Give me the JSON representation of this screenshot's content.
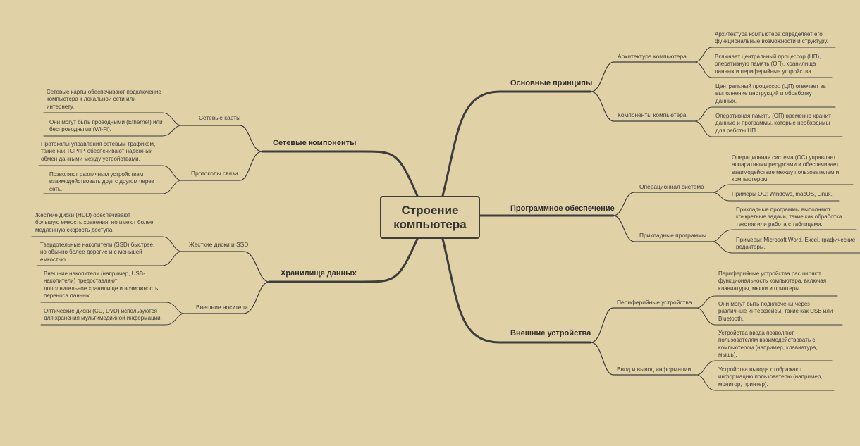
{
  "center": "Строение\nкомпьютера",
  "branches": {
    "basics": {
      "title": "Основные принципы",
      "subs": [
        {
          "title": "Архитектура компьютера",
          "leaves": [
            "Архитектура компьютера определяет его\nфункциональные возможности и структуру.",
            "Включает центральный процессор (ЦП),\nоперативную память (ОП), хранилища\nданных и периферийные устройства."
          ]
        },
        {
          "title": "Компоненты компьютера",
          "leaves": [
            "Центральный процессор (ЦП) отвечает за\nвыполнение инструкций и обработку\nданных.",
            "Оперативная память (ОП) временно хранит\nданные и программы, которые необходимы\nдля работы ЦП."
          ]
        }
      ]
    },
    "software": {
      "title": "Программное обеспечение",
      "subs": [
        {
          "title": "Операционная система",
          "leaves": [
            "Операционная система (ОС) управляет\nаппаратными ресурсами и обеспечивает\nвзаимодействие между пользователем и\nкомпьютером.",
            "Примеры ОС: Windows, macOS, Linux."
          ]
        },
        {
          "title": "Прикладные программы",
          "leaves": [
            "Прикладные программы выполняют\nконкретные задачи, такие как обработка\nтекстов или работа с таблицами.",
            "Примеры: Microsoft Word, Excel, графические\nредакторы."
          ]
        }
      ]
    },
    "external": {
      "title": "Внешние устройства",
      "subs": [
        {
          "title": "Периферийные устройства",
          "leaves": [
            "Периферийные устройства расширяют\nфункциональность компьютера, включая\nклавиатуры, мыши и принтеры.",
            "Они могут быть подключены через\nразличные интерфейсы, такие как USB или\nBluetooth."
          ]
        },
        {
          "title": "Ввод и вывод информации",
          "leaves": [
            "Устройства ввода позволяют\nпользователям взаимодействовать с\nкомпьютером (например, клавиатура,\nмышь).",
            "Устройства вывода отображают\nинформацию пользователю (например,\nмонитор, принтер)."
          ]
        }
      ]
    },
    "network": {
      "title": "Сетевые компоненты",
      "subs": [
        {
          "title": "Сетевые карты",
          "leaves": [
            "Сетевые карты обеспечивают подключение\nкомпьютера к локальной сети или\nинтернету.",
            "Они могут быть проводными (Ethernet) или\nбеспроводными (Wi-Fi)."
          ]
        },
        {
          "title": "Протоколы связи",
          "leaves": [
            "Протоколы управления сетевым трафиком,\nтакие как TCP/IP, обеспечивают надежный\nобмен данными между устройствами.",
            "Позволяют различным устройствам\nвзаимодействовать друг с другом через\nсеть."
          ]
        }
      ]
    },
    "storage": {
      "title": "Хранилище данных",
      "subs": [
        {
          "title": "Жесткие диски и SSD",
          "leaves": [
            "Жесткие диски (HDD) обеспечивают\nбольшую емкость хранения, но имеют более\nмедленную скорость доступа.",
            "Твердотельные накопители (SSD) быстрее,\nно обычно более дорогие и с меньшей\nемкостью."
          ]
        },
        {
          "title": "Внешние носители",
          "leaves": [
            "Внешние накопители (например, USB-\nнакопители) предоставляют\nдополнительное хранилище и возможность\nпереноса данных.",
            "Оптические диски (CD, DVD) используются\nдля хранения мультимедийной информации."
          ]
        }
      ]
    }
  }
}
